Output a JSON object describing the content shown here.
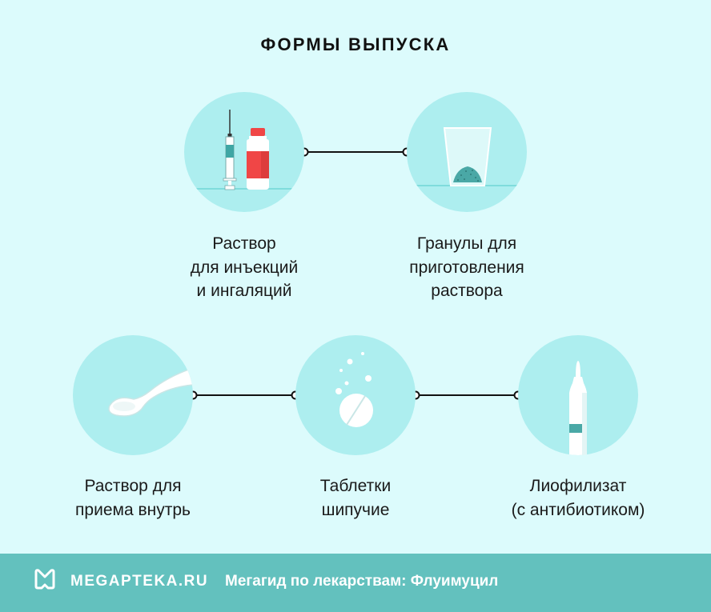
{
  "title": "ФОРМЫ ВЫПУСКА",
  "forms": [
    {
      "icon": "syringe-vial-icon",
      "lines": [
        "Раствор",
        "для инъекций",
        "и ингаляций"
      ]
    },
    {
      "icon": "granules-glass-icon",
      "lines": [
        "Гранулы для",
        "приготовления",
        "раствора"
      ]
    },
    {
      "icon": "spoon-icon",
      "lines": [
        "Раствор для",
        "приема внутрь"
      ]
    },
    {
      "icon": "effervescent-tablet-icon",
      "lines": [
        "Таблетки",
        "шипучие"
      ]
    },
    {
      "icon": "ampoule-icon",
      "lines": [
        "Лиофилизат",
        "(с антибиотиком)"
      ]
    }
  ],
  "footer": {
    "brand": "MEGAPTEKA.RU",
    "tagline": "Мегагид по лекарствам: Флуимуцил"
  },
  "colors": {
    "background": "#dcfbfc",
    "circle": "#adeeef",
    "footer": "#63c1be",
    "accent_red": "#f04646",
    "accent_teal": "#4aa8a6"
  }
}
